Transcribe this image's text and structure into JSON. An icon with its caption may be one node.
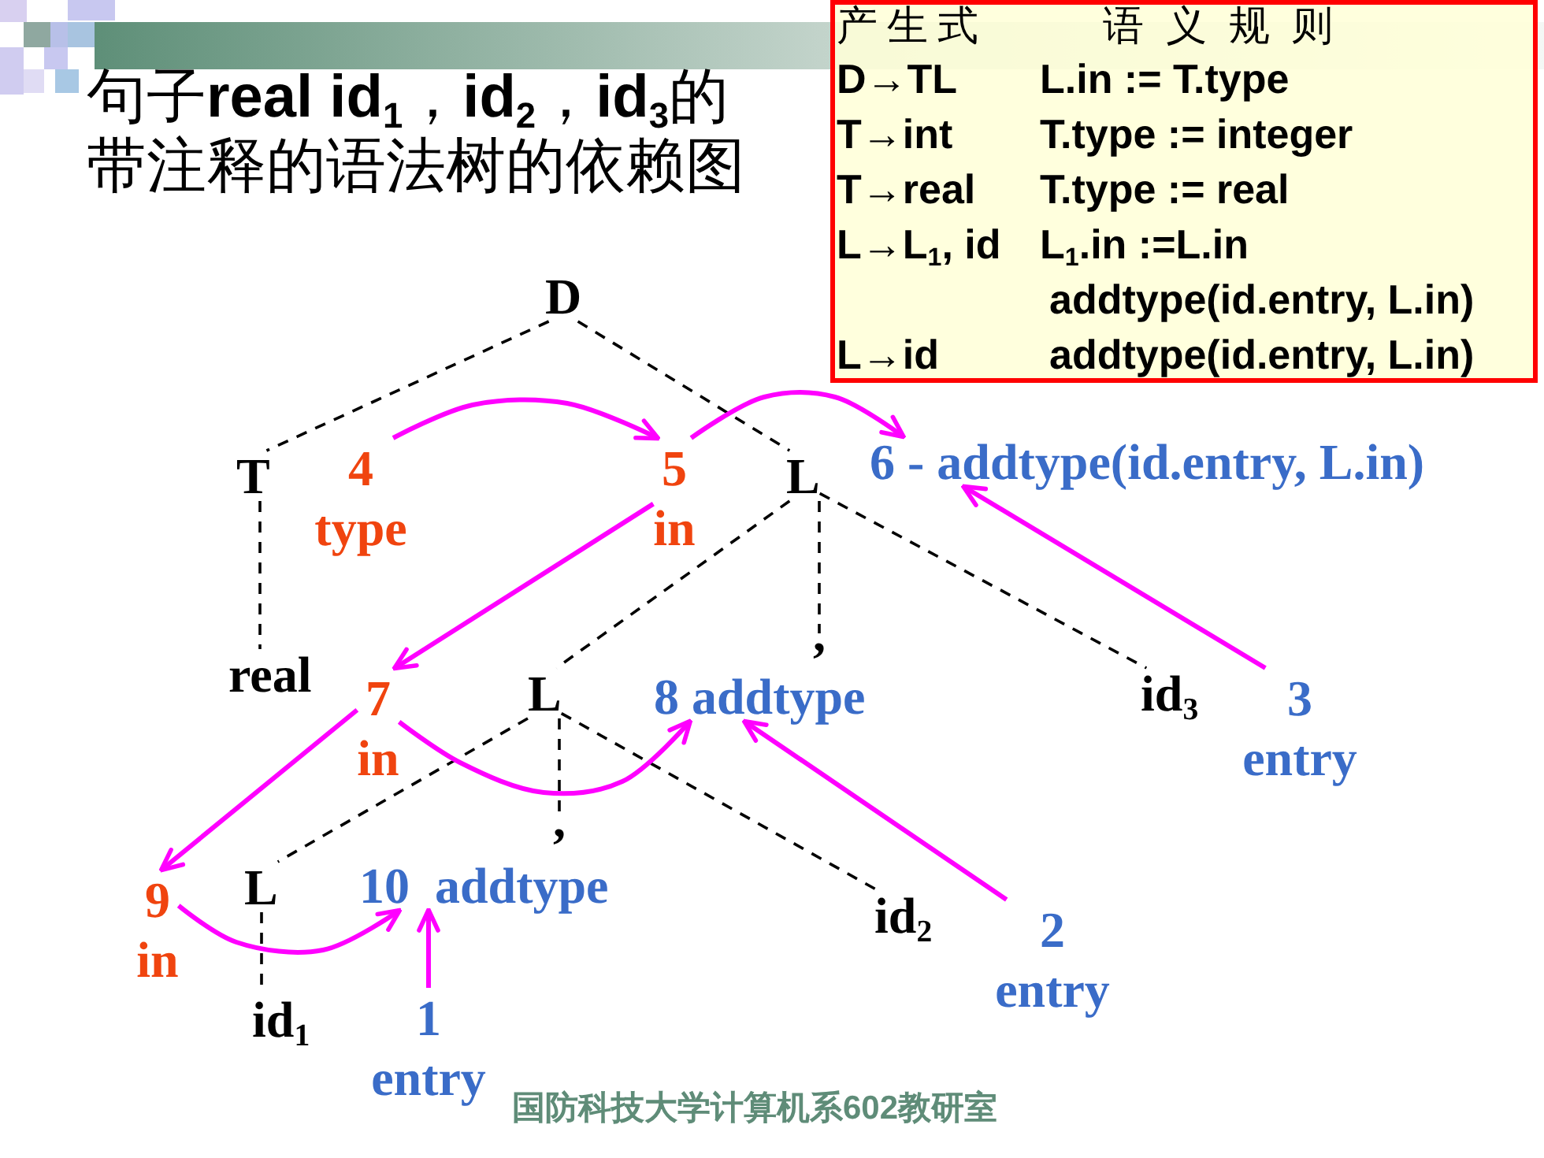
{
  "diagram": {
    "title": "句子**real id**$_{1}$，**id**$_{2}$，**id**$_{3}$的带注释的语法树的依赖图",
    "nodes": [
      {
        "text": [
          "D"
        ]
      },
      {
        "text": [
          "T"
        ]
      },
      {
        "text": [
          "4",
          "type"
        ]
      },
      {
        "text": [
          "5",
          "in"
        ]
      },
      {
        "text": [
          "L"
        ]
      },
      {
        "text": [
          "6 - addtype(id.entry, L.in)"
        ]
      },
      {
        "text": [
          "real"
        ]
      },
      {
        "text": [
          "7",
          "in"
        ]
      },
      {
        "text": [
          "L"
        ]
      },
      {
        "text": [
          ","
        ]
      },
      {
        "text": [
          "8 addtype"
        ]
      },
      {
        "text": [
          "id$_{3}$"
        ]
      },
      {
        "text": [
          "3",
          "entry"
        ]
      },
      {
        "text": [
          "9",
          "in"
        ]
      },
      {
        "text": [
          "L"
        ]
      },
      {
        "text": [
          ","
        ]
      },
      {
        "text": [
          "10 addtype"
        ]
      },
      {
        "text": [
          "id$_{2}$"
        ]
      },
      {
        "text": [
          "2",
          "entry"
        ]
      },
      {
        "text": [
          "id$_{1}$"
        ]
      },
      {
        "text": [
          "1",
          "entry"
        ]
      }
    ],
    "edges": [
      {
        "from": 0,
        "to": 1,
        "arrow": "none",
        "style": "dashed"
      },
      {
        "from": 0,
        "to": 4,
        "arrow": "none",
        "style": "dashed"
      },
      {
        "from": 1,
        "to": 6,
        "arrow": "none",
        "style": "dashed"
      },
      {
        "from": 4,
        "to": 8,
        "arrow": "none",
        "style": "dashed"
      },
      {
        "from": 4,
        "to": 9,
        "arrow": "none",
        "style": "dashed"
      },
      {
        "from": 4,
        "to": 11,
        "arrow": "none",
        "style": "dashed"
      },
      {
        "from": 8,
        "to": 14,
        "arrow": "none",
        "style": "dashed"
      },
      {
        "from": 8,
        "to": 15,
        "arrow": "none",
        "style": "dashed"
      },
      {
        "from": 8,
        "to": 17,
        "arrow": "none",
        "style": "dashed"
      },
      {
        "from": 14,
        "to": 19,
        "arrow": "none",
        "style": "dashed"
      },
      {
        "from": 2,
        "to": 3,
        "arrow": "to",
        "color": "#ff00ff"
      },
      {
        "from": 3,
        "to": 5,
        "arrow": "to",
        "color": "#ff00ff"
      },
      {
        "from": 3,
        "to": 7,
        "arrow": "to",
        "color": "#ff00ff"
      },
      {
        "from": 12,
        "to": 5,
        "arrow": "to",
        "color": "#ff00ff"
      },
      {
        "from": 7,
        "to": 13,
        "arrow": "to",
        "color": "#ff00ff"
      },
      {
        "from": 7,
        "to": 10,
        "arrow": "to",
        "color": "#ff00ff"
      },
      {
        "from": 18,
        "to": 10,
        "arrow": "to",
        "color": "#ff00ff"
      },
      {
        "from": 13,
        "to": 16,
        "arrow": "to",
        "color": "#ff00ff"
      },
      {
        "from": 20,
        "to": 16,
        "arrow": "to",
        "color": "#ff00ff"
      }
    ],
    "labels": [
      "产生式",
      "语义规则",
      "D→TL",
      "L.in := T.type",
      "T→int",
      "T.type := integer",
      "T→real",
      "T.type := real",
      "L→L$_{1}$, id",
      "L$_{1}$.in :=L.in",
      "addtype(id.entry, L.in)",
      "L→id",
      "addtype(id.entry, L.in)",
      "国防科技大学计算机系602教研室"
    ]
  }
}
